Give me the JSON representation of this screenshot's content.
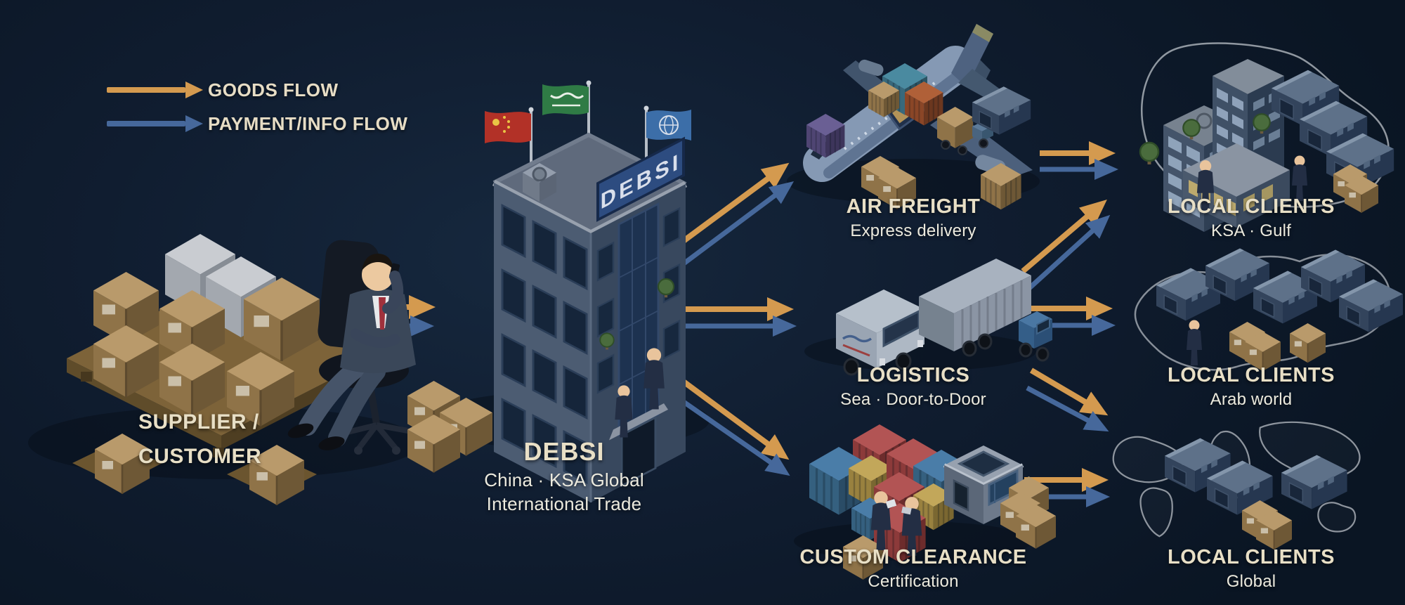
{
  "title": "DEBSI trade flow diagram",
  "background_color": "#0e1a2b",
  "legend": {
    "items": [
      {
        "id": "goods",
        "label": "GOODS FLOW",
        "color": "#d49a4f"
      },
      {
        "id": "payment_info",
        "label": "PAYMENT/INFO FLOW",
        "color": "#46689b"
      }
    ]
  },
  "nodes": {
    "supplier": {
      "title_line1": "SUPPLIER /",
      "title_line2": "CUSTOMER",
      "icon": "boxes-and-businessman-illustration"
    },
    "debsi": {
      "sign": "DEBSI",
      "title": "DEBSI",
      "subtitle_line1": "China · KSA Global",
      "subtitle_line2": "International Trade",
      "icon": "office-building-illustration",
      "flags": [
        "china-flag",
        "saudi-arabia-flag",
        "globe-flag"
      ]
    },
    "air_freight": {
      "title": "AIR FREIGHT",
      "subtitle": "Express delivery",
      "icon": "cargo-airplane-illustration"
    },
    "logistics": {
      "title": "LOGISTICS",
      "subtitle": "Sea · Door-to-Door",
      "icon": "van-and-truck-illustration"
    },
    "custom_clearance": {
      "title": "CUSTOM CLEARANCE",
      "subtitle": "Certification",
      "icon": "containers-and-office-illustration"
    },
    "clients_ksa": {
      "title": "LOCAL CLIENTS",
      "subtitle": "KSA · Gulf",
      "icon": "city-buildings-map-illustration"
    },
    "clients_arab": {
      "title": "LOCAL CLIENTS",
      "subtitle": "Arab world",
      "icon": "warehouses-map-illustration"
    },
    "clients_global": {
      "title": "LOCAL CLIENTS",
      "subtitle": "Global",
      "icon": "world-map-warehouses-illustration"
    }
  },
  "flows": [
    {
      "from": "supplier",
      "to": "debsi",
      "channels": [
        "goods",
        "payment_info"
      ]
    },
    {
      "from": "debsi",
      "to": "air_freight",
      "channels": [
        "goods",
        "payment_info"
      ]
    },
    {
      "from": "debsi",
      "to": "logistics",
      "channels": [
        "goods",
        "payment_info"
      ]
    },
    {
      "from": "debsi",
      "to": "custom_clearance",
      "channels": [
        "goods",
        "payment_info"
      ]
    },
    {
      "from": "air_freight",
      "to": "clients_ksa",
      "channels": [
        "goods",
        "payment_info"
      ]
    },
    {
      "from": "logistics",
      "to": "clients_ksa",
      "channels": [
        "goods",
        "payment_info"
      ]
    },
    {
      "from": "logistics",
      "to": "clients_arab",
      "channels": [
        "goods",
        "payment_info"
      ]
    },
    {
      "from": "logistics",
      "to": "clients_global",
      "channels": [
        "goods",
        "payment_info"
      ]
    },
    {
      "from": "custom_clearance",
      "to": "clients_global",
      "channels": [
        "goods",
        "payment_info"
      ]
    }
  ]
}
